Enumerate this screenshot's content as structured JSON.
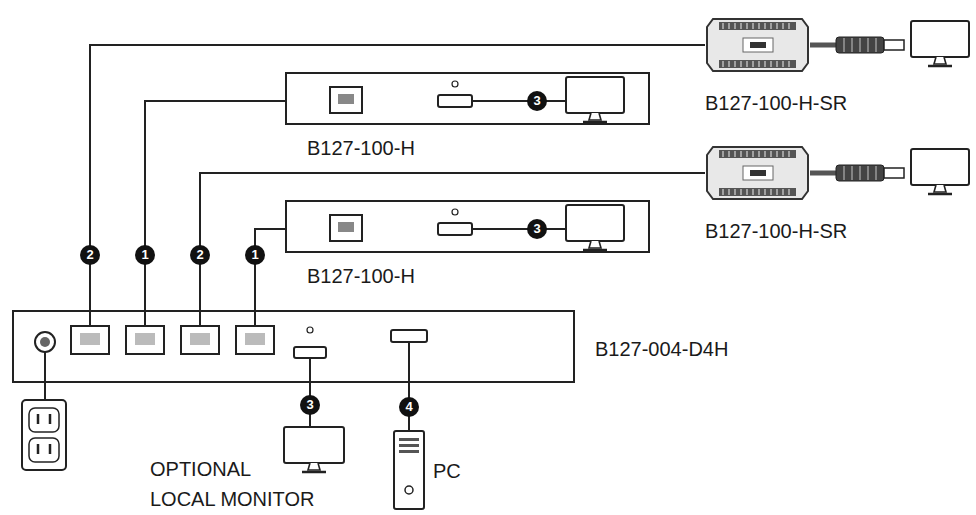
{
  "diagram": {
    "nodes": [
      {
        "text": [
          "B127-100-H-SR"
        ]
      },
      {
        "text": [
          "B127-100-H"
        ]
      },
      {
        "text": [
          "B127-100-H-SR"
        ]
      },
      {
        "text": [
          "B127-100-H"
        ]
      },
      {
        "text": [
          "B127-004-D4H"
        ]
      },
      {
        "text": [
          "OPTIONAL LOCAL MONITOR"
        ]
      },
      {
        "text": [
          "PC"
        ]
      }
    ],
    "edges": [
      {
        "from": 4,
        "to": 0,
        "label": "2",
        "arrow": "none"
      },
      {
        "from": 4,
        "to": 1,
        "label": "1",
        "arrow": "none"
      },
      {
        "from": 4,
        "to": 2,
        "label": "2",
        "arrow": "none"
      },
      {
        "from": 4,
        "to": 3,
        "label": "1",
        "arrow": "none"
      },
      {
        "from": 4,
        "to": 5,
        "label": "3",
        "arrow": "none"
      },
      {
        "from": 6,
        "to": 4,
        "label": "4",
        "arrow": "none"
      }
    ],
    "labels": [
      "3",
      "3"
    ]
  }
}
